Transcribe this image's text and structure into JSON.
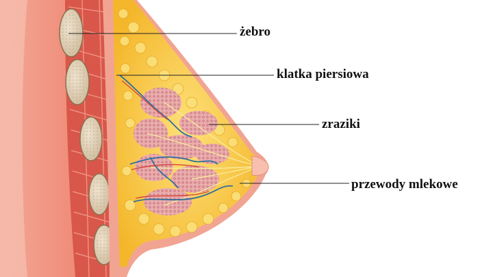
{
  "labels": {
    "rib": "żebro",
    "chest_wall": "klatka piersiowa",
    "lobules": "zraziki",
    "milk_ducts": "przewody mlekowe"
  },
  "colors": {
    "skin_light": "#f6b3a3",
    "skin_mid": "#ef8f7b",
    "muscle": "#e46a57",
    "muscle_dark": "#c9473a",
    "fat_yellow": "#f7c63b",
    "fat_light": "#fbe06e",
    "lobule_pink": "#e8a2a6",
    "vein_blue": "#2d6f9e",
    "rib_bone": "#e9dcc6",
    "leader_line": "#222222"
  }
}
